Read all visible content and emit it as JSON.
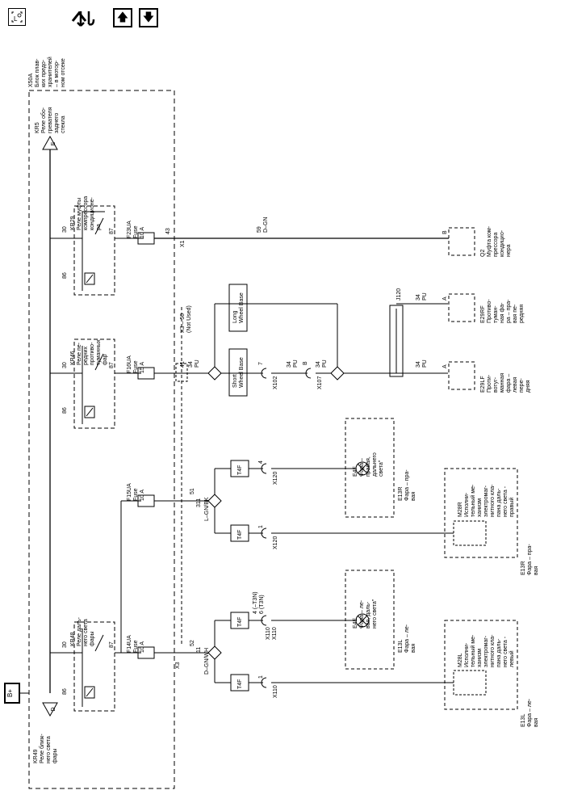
{
  "toolbar": {
    "legend_icon": "legend-icon",
    "flow_icon": "wiring-flow-icon",
    "up_glyph": "🡅",
    "down_glyph": "🡇"
  },
  "x50a": [
    "X50A",
    "Блок плав-",
    "ких предо-",
    "хранителей",
    "– в мотор-",
    "ном отсеке"
  ],
  "kr5": [
    "KR5",
    "Реле обо-",
    "гревателя",
    "заднего",
    "стекла"
  ],
  "kr29": [
    "KR29",
    "Реле муфты",
    "компрессора",
    "кондиционе-",
    "ра"
  ],
  "kr46": [
    "KR46",
    "Реле пе-",
    "редних",
    "противо-",
    "туманных",
    "фар"
  ],
  "kr48": [
    "KR48",
    "Реле даль-",
    "него света",
    "фары"
  ],
  "kr49": [
    "KR49",
    "Реле ближ-",
    "него света",
    "фары"
  ],
  "bplus": "B+",
  "pin_d": "D",
  "pin_e": "E",
  "relay_pins": {
    "p30": "30",
    "p86": "86",
    "p87": "87"
  },
  "fuses": {
    "f23": [
      "F23UA",
      "Fuse",
      "10 A"
    ],
    "f16": [
      "F16UA",
      "Fuse",
      "15 A"
    ],
    "f15": [
      "F15UA",
      "Fuse",
      "10 A"
    ],
    "f14": [
      "F14UA",
      "Fuse",
      "10 A"
    ]
  },
  "x1_label": "X1",
  "x1_pin": "43",
  "x3_label": "X3",
  "x3_50": "X3 – 50",
  "not_used": "(Not Used)",
  "pins": {
    "p41": "41",
    "p51": "51",
    "p52": "52",
    "p311": "311",
    "p11": "11"
  },
  "wires": {
    "w59": [
      "59",
      "D–GN"
    ],
    "w34pu": [
      "34",
      "PU"
    ],
    "lgnbk": "L–GN/BK",
    "dgnwh": "D–GN/WH"
  },
  "short_wb": [
    "Short",
    "Wheel Base"
  ],
  "long_wb": [
    "Long",
    "Wheel Base"
  ],
  "x102": "X102",
  "x107": "X107",
  "pin_7": "7",
  "pin_b": "B",
  "pin_a": "A",
  "j120": "J120",
  "t4f": "T4F",
  "x120": "X120",
  "x110": "X110",
  "pin_1": "1",
  "pin_4": "4",
  "x110_pins": [
    "4 (–T3N)",
    "6 (T3N)"
  ],
  "q2": [
    "Q2",
    "Муфта ком-",
    "прессора",
    "кондицио-",
    "нера"
  ],
  "e29rf": [
    "E29RF",
    "Противо-",
    "туман-",
    "ная фа-",
    "ра – пра-",
    "вая пе-",
    "редняя"
  ],
  "e29lf": [
    "E29LF",
    "Проти-",
    "вотуг-",
    "манная",
    "фара –",
    "левая",
    "пере-",
    "дняя"
  ],
  "e4f": [
    "E4F",
    "Фара –",
    "правая,",
    "дальнего",
    "света\""
  ],
  "e4e": [
    "E4E",
    "Фара – ле-",
    "вая, даль-",
    "него света\""
  ],
  "e13r": [
    "E13R",
    "Фара – пра-",
    "вая"
  ],
  "e13l": [
    "E13L",
    "Фара – ле-",
    "вая"
  ],
  "m28r": [
    "M28R",
    "Исполни-",
    "тельный ме-",
    "ханизм",
    "электромаг-",
    "нитного кла-",
    "пана даль-",
    "него света -",
    "правый"
  ],
  "m28l": [
    "M28L",
    "Исполни-",
    "тельный ме-",
    "ханизм",
    "электромаг-",
    "нитного кла-",
    "пана даль-",
    "него света -",
    "левый"
  ]
}
